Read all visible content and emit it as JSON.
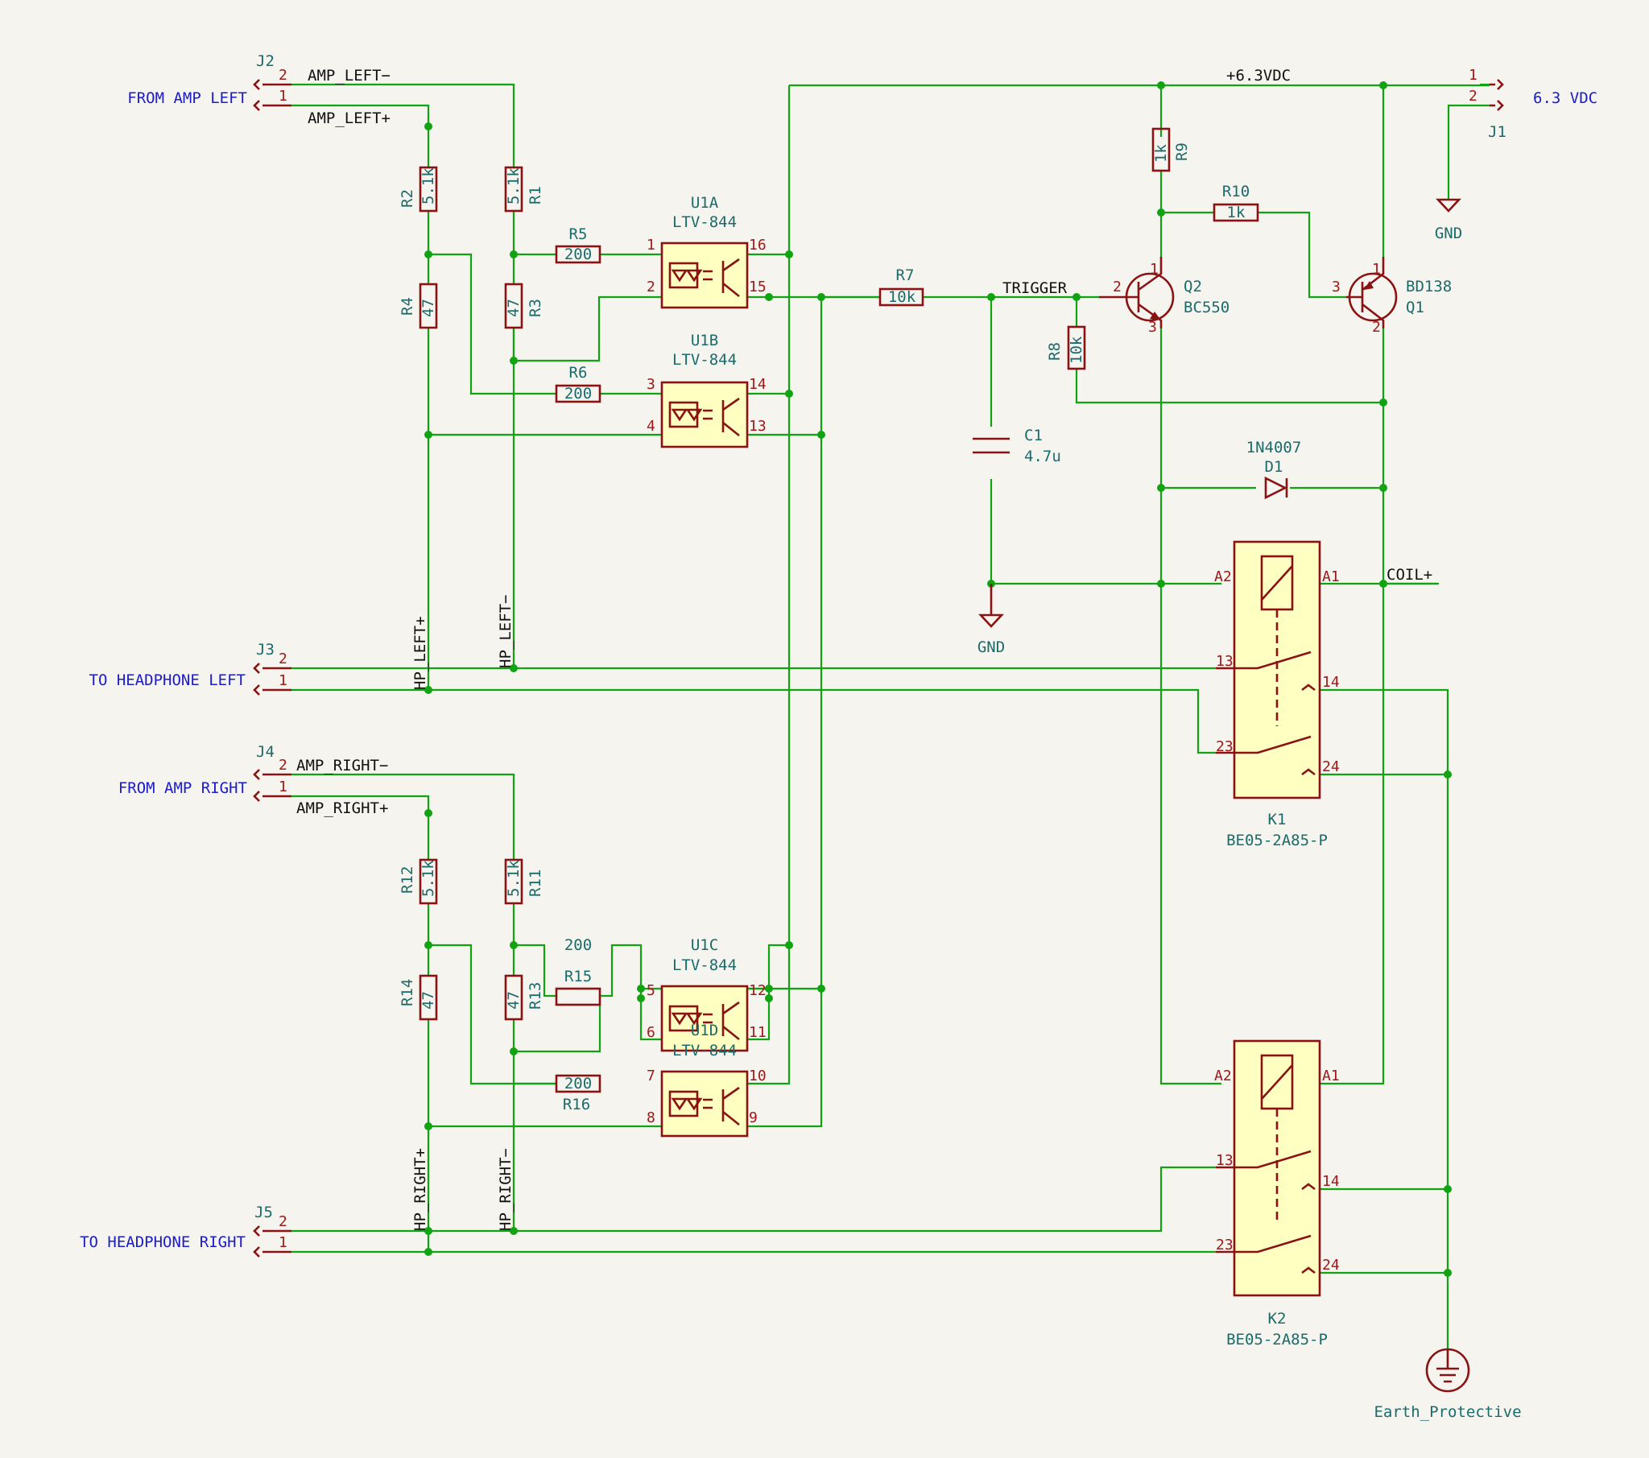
{
  "ports": {
    "j2": "FROM AMP LEFT",
    "j3": "TO HEADPHONE LEFT",
    "j4": "FROM AMP RIGHT",
    "j5": "TO HEADPHONE RIGHT",
    "j1": "6.3 VDC"
  },
  "nets": {
    "amp_left_neg": "AMP_LEFT−",
    "amp_left_pos": "AMP_LEFT+",
    "amp_right_neg": "AMP_RIGHT−",
    "amp_right_pos": "AMP_RIGHT+",
    "hp_left_pos": "HP_LEFT+",
    "hp_left_neg": "HP_LEFT−",
    "hp_right_pos": "HP_RIGHT+",
    "hp_right_neg": "HP_RIGHT−",
    "vdc": "+6.3VDC",
    "trigger": "TRIGGER",
    "coil": "COIL+"
  },
  "components": {
    "j1": {
      "ref": "J1"
    },
    "j2": {
      "ref": "J2"
    },
    "j3": {
      "ref": "J3"
    },
    "j4": {
      "ref": "J4"
    },
    "j5": {
      "ref": "J5"
    },
    "r1": {
      "ref": "R1",
      "value": "5.1k"
    },
    "r2": {
      "ref": "R2",
      "value": "5.1k"
    },
    "r3": {
      "ref": "R3",
      "value": "47"
    },
    "r4": {
      "ref": "R4",
      "value": "47"
    },
    "r5": {
      "ref": "R5",
      "value": "200"
    },
    "r6": {
      "ref": "R6",
      "value": "200"
    },
    "r7": {
      "ref": "R7",
      "value": "10k"
    },
    "r8": {
      "ref": "R8",
      "value": "10k"
    },
    "r9": {
      "ref": "R9",
      "value": "1k"
    },
    "r10": {
      "ref": "R10",
      "value": "1k"
    },
    "r11": {
      "ref": "R11",
      "value": "5.1k"
    },
    "r12": {
      "ref": "R12",
      "value": "5.1k"
    },
    "r13": {
      "ref": "R13",
      "value": "47"
    },
    "r14": {
      "ref": "R14",
      "value": "47"
    },
    "r15": {
      "ref": "R15",
      "value": "200"
    },
    "r16": {
      "ref": "R16",
      "value": "200"
    },
    "c1": {
      "ref": "C1",
      "value": "4.7u"
    },
    "d1": {
      "ref": "D1",
      "value": "1N4007"
    },
    "q1": {
      "ref": "Q1",
      "value": "BD138"
    },
    "q2": {
      "ref": "Q2",
      "value": "BC550"
    },
    "u1a": {
      "ref": "U1A",
      "value": "LTV-844"
    },
    "u1b": {
      "ref": "U1B",
      "value": "LTV-844"
    },
    "u1c": {
      "ref": "U1C",
      "value": "LTV-844"
    },
    "u1d": {
      "ref": "U1D",
      "value": "LTV-844"
    },
    "k1": {
      "ref": "K1",
      "value": "BE05-2A85-P"
    },
    "k2": {
      "ref": "K2",
      "value": "BE05-2A85-P"
    }
  },
  "power": {
    "gnd": "GND",
    "earth": "Earth_Protective"
  },
  "pins": {
    "p1": "1",
    "p2": "2",
    "p3": "3",
    "p4": "4",
    "p5": "5",
    "p6": "6",
    "p7": "7",
    "p8": "8",
    "p9": "9",
    "p10": "10",
    "p11": "11",
    "p12": "12",
    "p13": "13",
    "p14": "14",
    "p15": "15",
    "p16": "16",
    "p23": "23",
    "p24": "24",
    "a1": "A1",
    "a2": "A2"
  }
}
